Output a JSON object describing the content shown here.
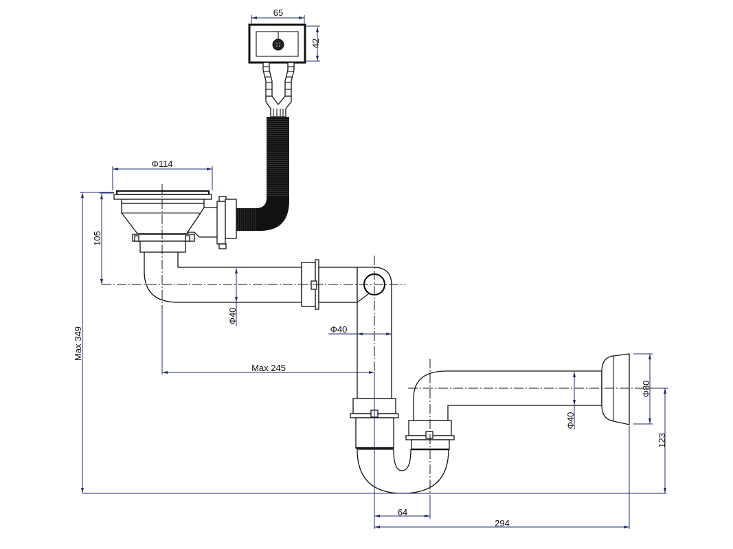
{
  "title": "Sink strainer waste with overflow and bottle/P-trap — dimensional drawing",
  "colors": {
    "outline": "#111111",
    "dimension": "#1f2a6b",
    "background": "#ffffff"
  },
  "components": {
    "overflow_plate": "rectangular overflow outlet",
    "overflow_hose": "flexible corrugated overflow hose",
    "strainer": "basket strainer waste",
    "horizontal_pipe": "horizontal connecting pipe",
    "vertical_pipe": "vertical pipe with inspection cap",
    "trap": "U-trap",
    "outlet_pipe": "outlet arm",
    "wall_flange": "wall rosette / cone seal"
  },
  "dimensions": {
    "overflow_width": "65",
    "overflow_height": "42",
    "strainer_diameter": "Φ114",
    "strainer_depth": "105",
    "horizontal_pipe_diameter": "Φ40",
    "vertical_pipe_diameter": "Φ40",
    "max_horizontal_reach": "Max 245",
    "max_height": "Max 349",
    "outlet_pipe_diameter": "Φ40",
    "wall_flange_diameter": "Φ80",
    "outlet_height": "123",
    "trap_offset": "64",
    "total_length": "294"
  }
}
